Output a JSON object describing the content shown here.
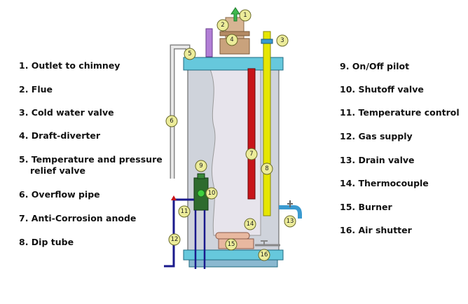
{
  "legend_left": [
    "1. Outlet to chimney",
    "2. Flue",
    "3. Cold water valve",
    "4. Draft-diverter",
    "5. Temperature and pressure",
    "relief valve",
    "6. Overflow pipe",
    "7. Anti-Corrosion anode",
    "8. Dip tube"
  ],
  "legend_right": [
    "9. On/Off pilot",
    "10. Shutoff valve",
    "11. Temperature control",
    "12. Gas supply",
    "13. Drain valve",
    "14. Thermocouple",
    "15. Burner",
    "16. Air shutter"
  ],
  "callouts": [
    "1",
    "2",
    "3",
    "4",
    "5",
    "6",
    "7",
    "8",
    "9",
    "10",
    "11",
    "12",
    "13",
    "14",
    "15",
    "16"
  ],
  "colors": {
    "tank_cap": "#66c8dc",
    "tank_body": "#cfd3db",
    "anode": "#c8141a",
    "dip_tube": "#e6e600",
    "gas_pipe": "#1a1a8c",
    "control_box": "#2e6b2e",
    "callout_fill": "#ecec9a",
    "flue": "#d7b493",
    "burner": "#e8b8a0"
  }
}
